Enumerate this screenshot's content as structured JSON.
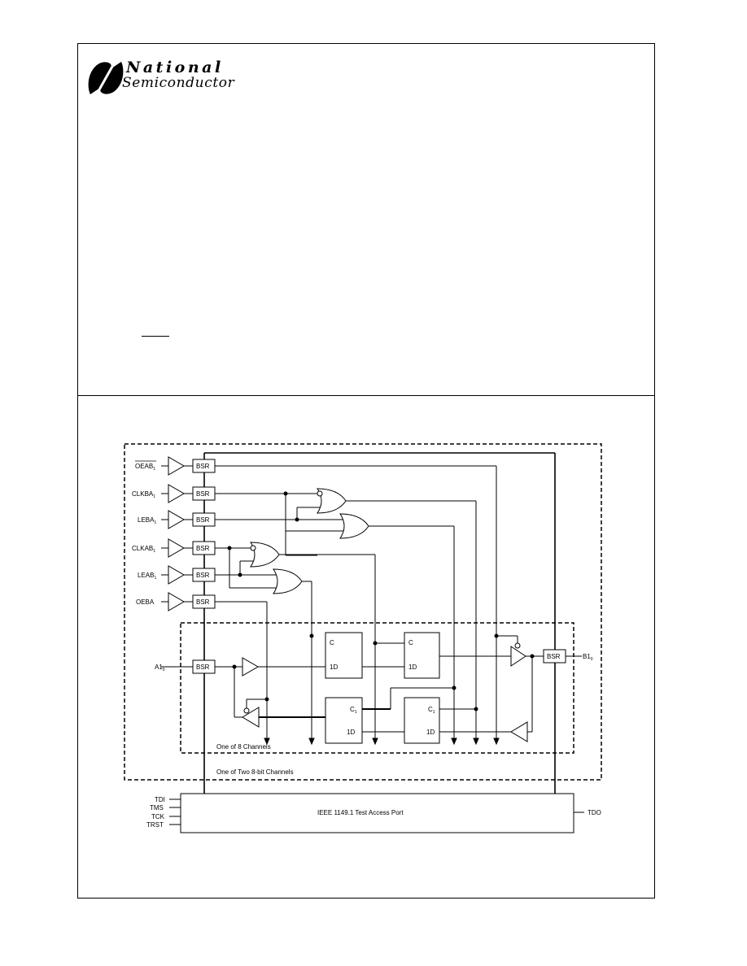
{
  "logo": {
    "line1": "National",
    "line2": "Semiconductor"
  },
  "diagram": {
    "inputs": [
      {
        "label": "OEAB",
        "sub": "1",
        "overbar": true
      },
      {
        "label": "CLKBA",
        "sub": "1",
        "overbar": false
      },
      {
        "label": "LEBA",
        "sub": "1",
        "overbar": false
      },
      {
        "label": "CLKAB",
        "sub": "1",
        "overbar": false
      },
      {
        "label": "LEAB",
        "sub": "1",
        "overbar": false
      },
      {
        "label": "OEBA",
        "sub": "",
        "overbar": false
      }
    ],
    "bsr_label": "BSR",
    "a_port": {
      "label": "A1",
      "sub": "0"
    },
    "b_port": {
      "label": "B1",
      "sub": "0"
    },
    "latch_top_left": {
      "clock": "C",
      "data": "1D"
    },
    "latch_top_right": {
      "clock": "C",
      "data": "1D"
    },
    "latch_bottom_left": {
      "clock": "C",
      "sub": "1",
      "data": "1D"
    },
    "latch_bottom_right": {
      "clock": "C",
      "sub": "1",
      "data": "1D"
    },
    "inner_caption": "One of 8 Channels",
    "outer_caption": "One of Two 8-bit Channels",
    "tap": {
      "title": "IEEE 1149.1 Test Access Port",
      "inputs": [
        "TDI",
        "TMS",
        "TCK",
        "TRST"
      ],
      "output": "TDO"
    }
  }
}
